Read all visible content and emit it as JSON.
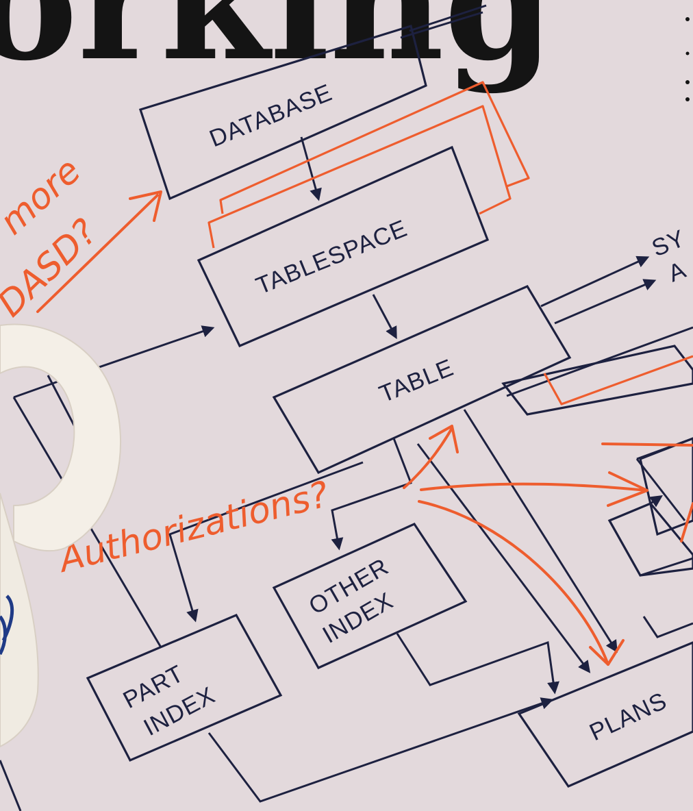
{
  "headline": "orking",
  "diagram": {
    "labels": {
      "database": "DATABASE",
      "tablespace": "TABLESPACE",
      "table": "TABLE",
      "other_index_line1": "OTHER",
      "other_index_line2": "INDEX",
      "part_index_line1": "PART",
      "part_index_line2": "INDEX",
      "plans": "PLANS",
      "cut_off_1": "SY",
      "cut_off_2": "A"
    }
  },
  "annotations": {
    "more": "more",
    "dasd": "DASD?",
    "authorizations": "Authorizations?"
  },
  "colors": {
    "paper": "#e3d9dc",
    "ink_blue": "#1d2140",
    "marker_orange": "#ee5d2e",
    "mug": "#f4efe7"
  }
}
